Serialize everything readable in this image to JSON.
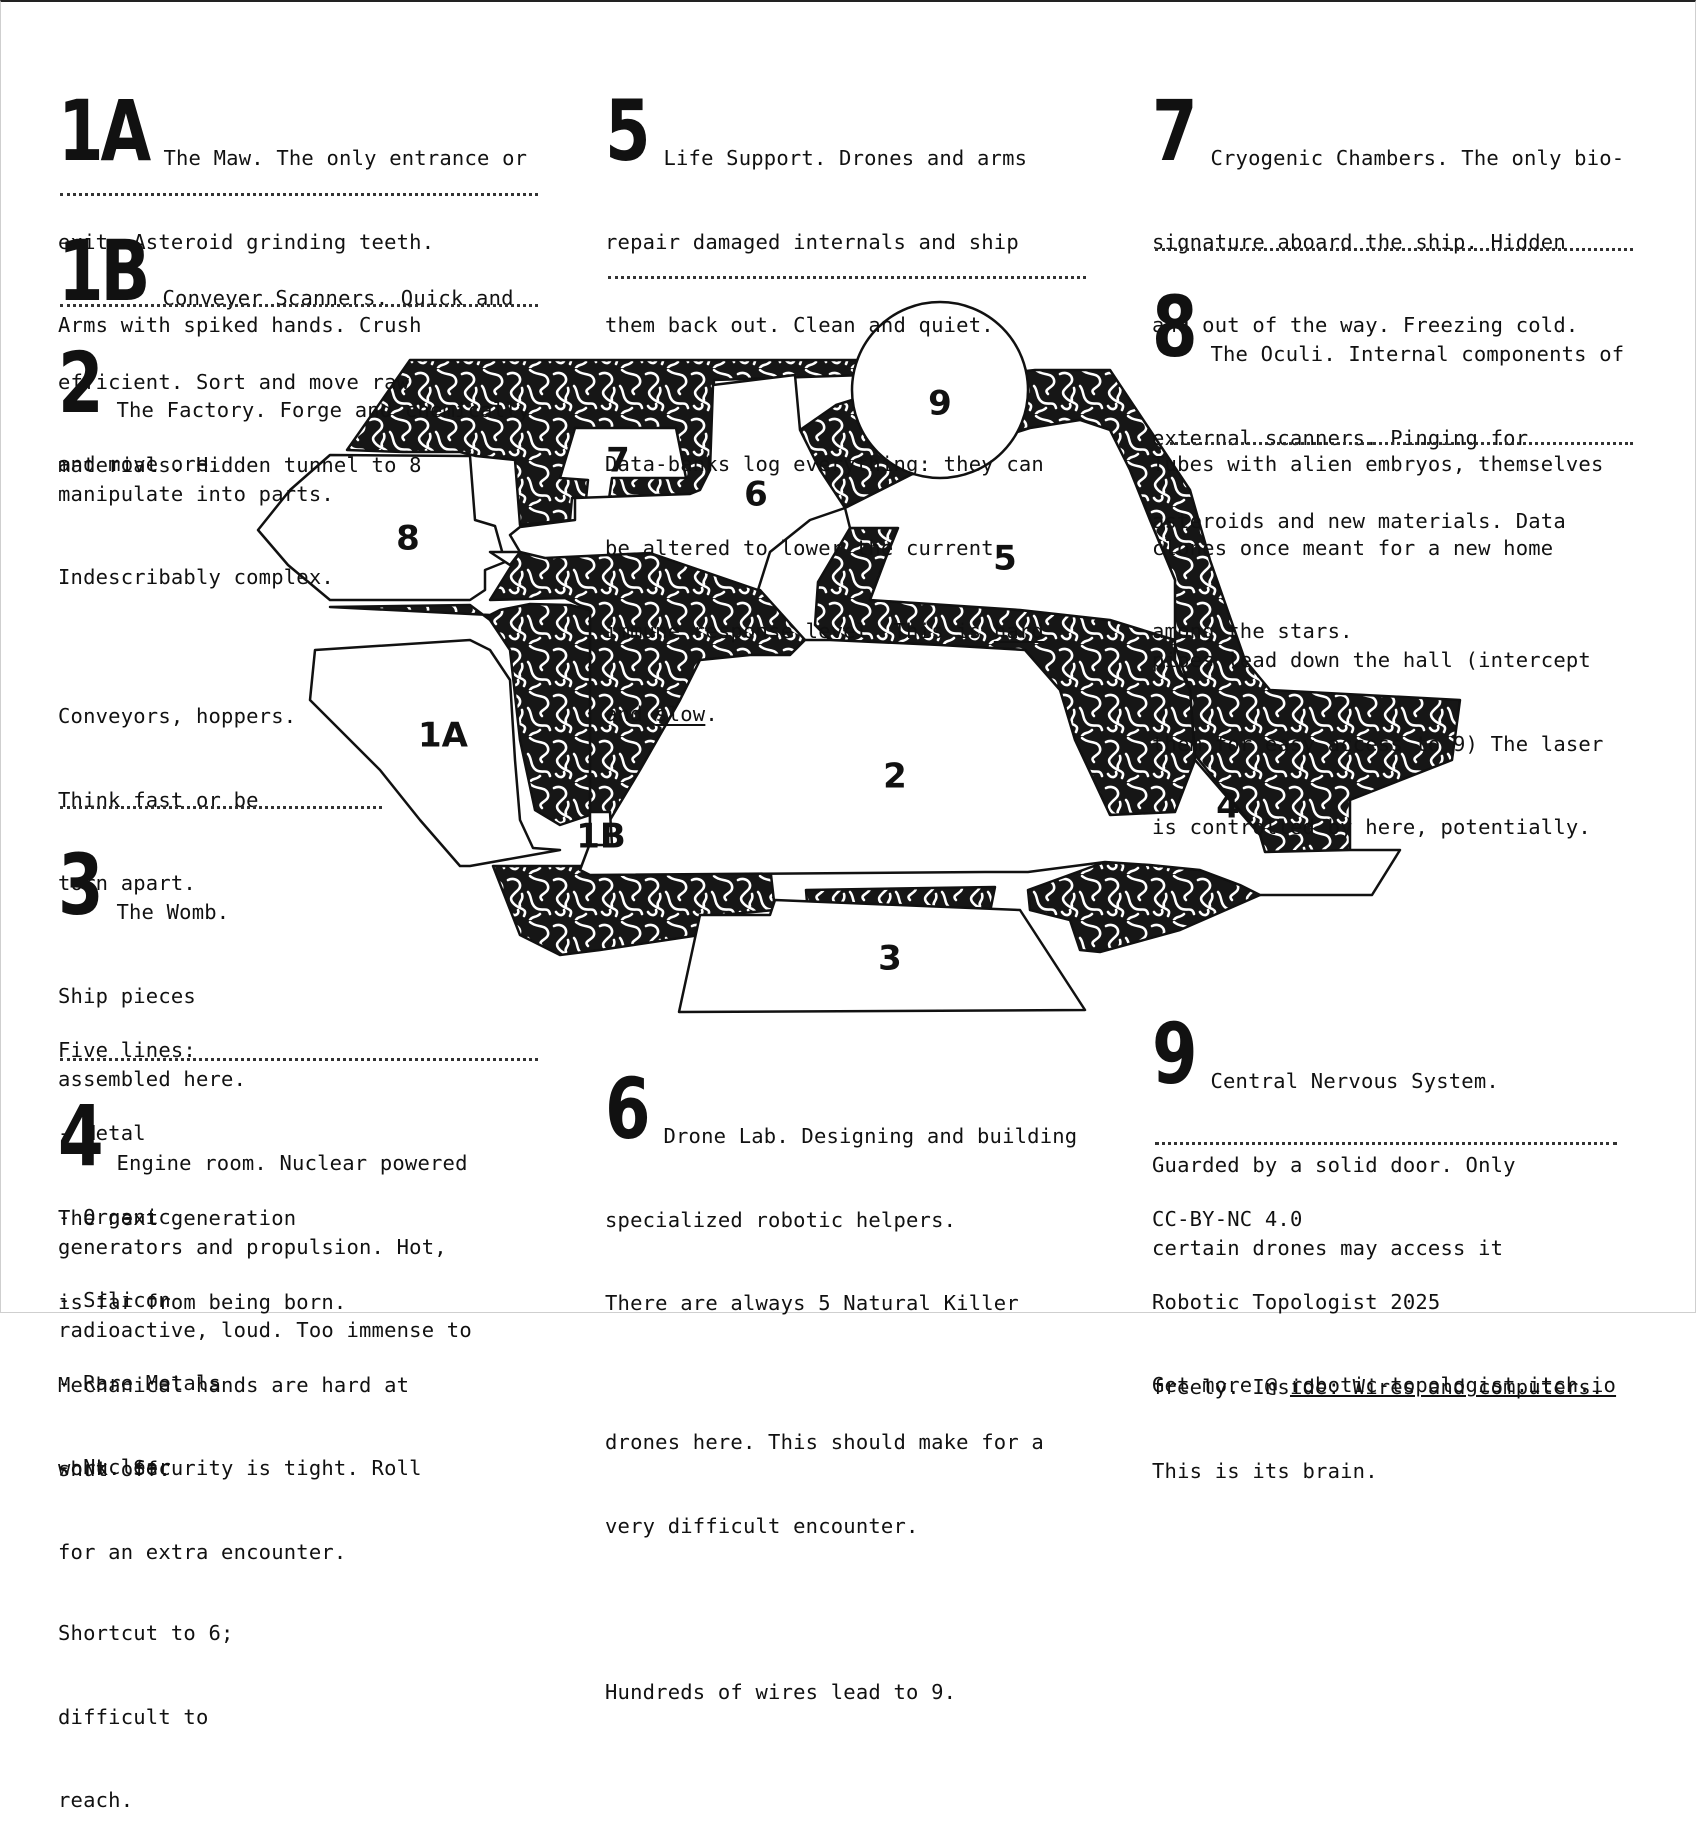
{
  "rooms": {
    "r1a": {
      "num": "1A",
      "lines": [
        "The Maw. The only entrance or",
        "exit. Asteroid grinding teeth.",
        "Arms with spiked hands. Crush"
      ],
      "tail": [
        "and move ore."
      ]
    },
    "r1b": {
      "num": "1B",
      "lines": [
        "Conveyer Scanners. Quick and",
        "efficient. Sort and move raw",
        "materials. Hidden tunnel to 8"
      ],
      "tail": []
    },
    "r2": {
      "num": "2",
      "lines": [
        "The Factory. Forge and chemically",
        "manipulate into parts.",
        "Indescribably complex."
      ],
      "tail": [
        "Conveyors, hoppers.",
        "Think fast or be",
        "torn apart.",
        "",
        "Five lines:",
        "- Metal",
        "- Organic",
        "- Silicon",
        "- Rare Metals",
        "- Nuclear",
        "",
        "Shortcut to 6;",
        "difficult to",
        "reach."
      ]
    },
    "r3": {
      "num": "3",
      "lines": [
        "The Womb.",
        "Ship pieces",
        "assembled here."
      ],
      "tail": [
        "The next generation",
        "is far from being born.",
        "Mechanical hands are hard at",
        "work. Security is tight. Roll",
        "for an extra encounter."
      ]
    },
    "r4": {
      "num": "4",
      "lines": [
        "Engine room. Nuclear powered",
        "generators and propulsion. Hot,",
        "radioactive, loud. Too immense to"
      ],
      "tail": [
        "shut off."
      ]
    },
    "r5": {
      "num": "5",
      "lines": [
        "Life Support. Drones and arms",
        "repair damaged internals and ship",
        "them back out. Clean and quiet."
      ],
      "tail": [
        "Data-banks log everything: they can",
        "be altered to lower the current",
        "immune response level. This is "
      ],
      "hard": "hard",
      "and": "and ",
      "slow": "slow",
      "period": "."
    },
    "r6": {
      "num": "6",
      "lines": [
        "Drone Lab. Designing and building",
        "specialized robotic helpers.",
        "There are always 5 Natural Killer"
      ],
      "tail": [
        "drones here. This should make for a",
        "very difficult encounter.",
        "",
        "Hundreds of wires lead to 9."
      ]
    },
    "r7": {
      "num": "7",
      "lines": [
        "Cryogenic Chambers. The only bio-",
        "signature aboard the ship. Hidden",
        "and out of the way. Freezing cold."
      ],
      "tail": [
        "Tubes with alien embryos, themselves",
        "clones once meant for a new home",
        "among the stars."
      ]
    },
    "r8": {
      "num": "8",
      "lines": [
        "The Oculi. Internal components of",
        "external scanners. Pinging for",
        "asteroids and new materials. Data"
      ],
      "tail": [
        "pipes lead down the hall (intercept",
        "them for easy access to 9) The laser",
        "is controlled by here, potentially."
      ]
    },
    "r9": {
      "num": "9",
      "lines": [
        "Central Nervous System.",
        "Guarded by a solid door. Only",
        "certain drones may access it"
      ],
      "tail": [
        "freely. Inside: Wires and computers.",
        "This is its brain."
      ]
    }
  },
  "credits": {
    "license": "CC-BY-NC 4.0",
    "author": "Robotic Topologist 2025",
    "more_prefix": "Get more @ ",
    "link": "robotic-topologist.itch.io"
  },
  "map_labels": {
    "l1a": "1A",
    "l1b": "1B",
    "l2": "2",
    "l3": "3",
    "l4": "4",
    "l5": "5",
    "l6": "6",
    "l7": "7",
    "l8": "8",
    "l9": "9"
  },
  "colors": {
    "ink": "#111111",
    "paper": "#ffffff",
    "pattern_bg": "#1a1a1a",
    "pattern_line": "#ffffff"
  }
}
